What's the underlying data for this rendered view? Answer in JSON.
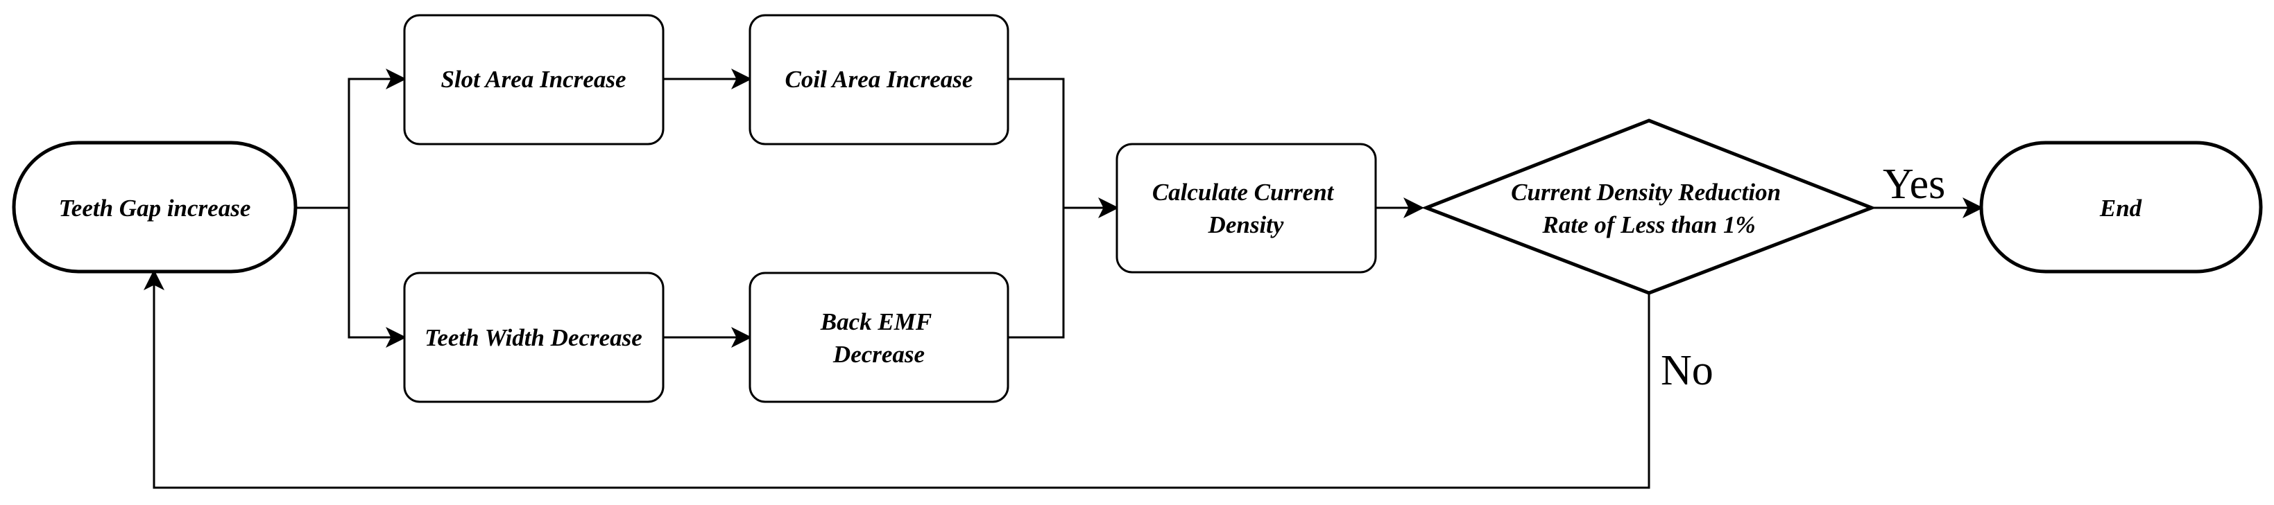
{
  "diagram": {
    "nodes": {
      "teeth_gap": {
        "lines": [
          "Teeth Gap increase"
        ]
      },
      "slot_area": {
        "lines": [
          "Slot Area Increase"
        ]
      },
      "coil_area": {
        "lines": [
          "Coil Area Increase"
        ]
      },
      "teeth_width": {
        "lines": [
          "Teeth Width Decrease"
        ]
      },
      "back_emf": {
        "lines": [
          "Back EMF",
          "Decrease"
        ]
      },
      "calc_density": {
        "lines": [
          "Calculate Current",
          "Density"
        ]
      },
      "decision": {
        "lines": [
          "Current Density Reduction",
          "Rate of Less than 1%"
        ]
      },
      "end": {
        "lines": [
          "End"
        ]
      }
    },
    "edge_labels": {
      "yes": "Yes",
      "no": "No"
    }
  }
}
